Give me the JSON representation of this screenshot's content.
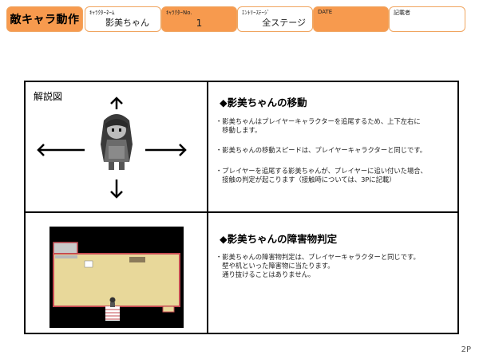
{
  "header": {
    "title": "敵キャラ動作",
    "fields": [
      {
        "label": "ｷｬﾗｸﾀｰﾈｰﾑ",
        "value": "影美ちゃん"
      },
      {
        "label": "ｷｬﾗｸﾀｰNo.",
        "value": "1"
      },
      {
        "label": "ｴﾝﾄﾘｰｽﾃｰｼﾞ",
        "value": "全ステージ"
      },
      {
        "label": "DATE",
        "value": ""
      },
      {
        "label": "記載者",
        "value": ""
      }
    ]
  },
  "diagram": {
    "label": "解説図"
  },
  "movement": {
    "title": "◆影美ちゃんの移動",
    "items": [
      "・影美ちゃんはプレイヤーキャラクターを追尾するため、上下左右に",
      "　移動します。",
      "・影美ちゃんの移動スピードは、プレイヤーキャラクターと同じです。",
      "・プレイヤーを追尾する影美ちゃんが、プレイヤーに追い付いた場合、",
      "　接触の判定が起こります（接触時については、3Pに記載）"
    ]
  },
  "obstacle": {
    "title": "◆影美ちゃんの障害物判定",
    "items": [
      "・影美ちゃんの障害物判定は、プレイヤーキャラクターと同じです。",
      "　壁や机といった障害物に当たります。",
      "　通り抜けることはありません。"
    ]
  },
  "page_number": "2P",
  "colors": {
    "accent": "#f79a4e",
    "border": "#f0a560",
    "floor": "#e8d89a"
  }
}
